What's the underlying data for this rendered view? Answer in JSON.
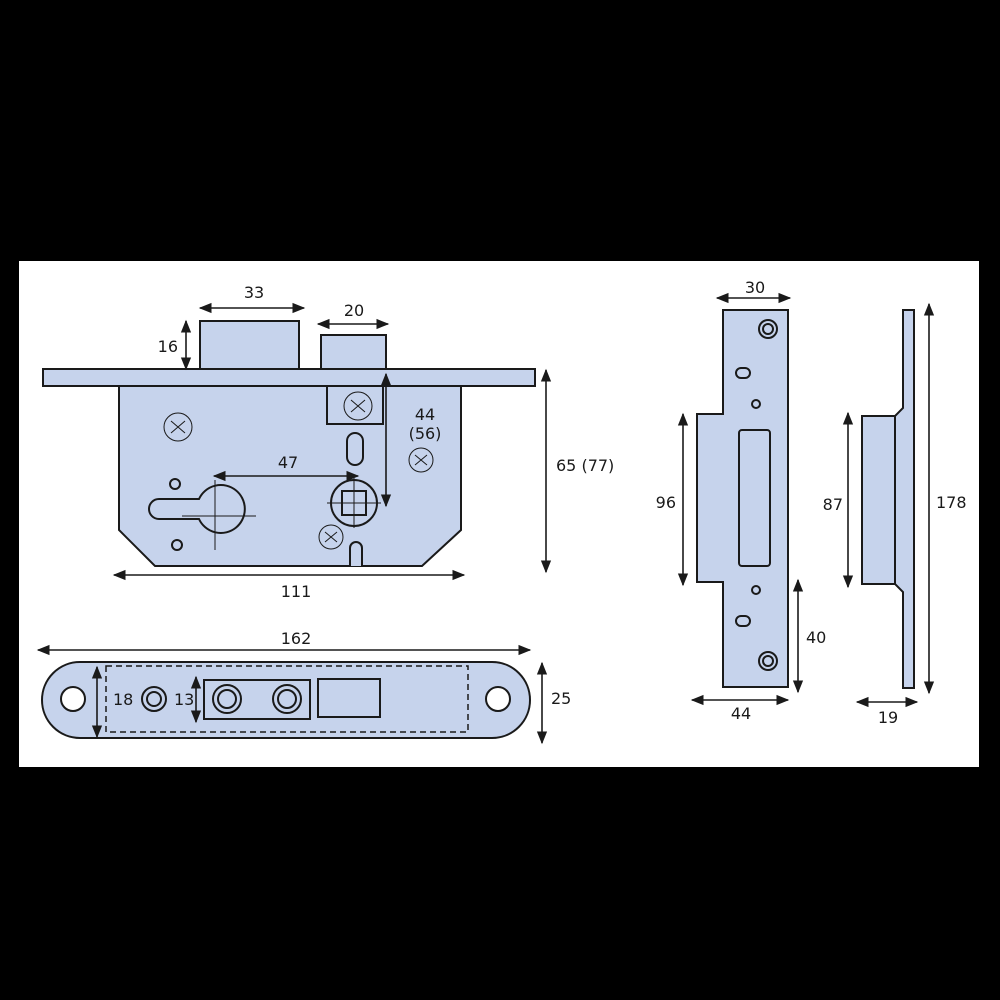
{
  "diagram": {
    "subject": "mortice sashlock technical drawing",
    "fill_color": "#c6d3ec",
    "stroke_color": "#1a1a1a",
    "background": "#000000",
    "panel_background": "#ffffff",
    "views": {
      "lock_body": {
        "dimensions": {
          "deadbolt_width": "33",
          "latch_width": "20",
          "bolt_projection": "16",
          "backset": "44",
          "backset_alt": "(56)",
          "centers": "47",
          "body_width": "111",
          "body_height": "65 (77)"
        }
      },
      "forend": {
        "dimensions": {
          "length": "162",
          "width": "25",
          "inner_height": "18",
          "spindle_height": "13"
        }
      },
      "strike_plate": {
        "dimensions": {
          "top_width": "30",
          "box_height": "96",
          "lower_offset": "40",
          "overall_width": "44"
        }
      },
      "strike_side": {
        "dimensions": {
          "box_height": "87",
          "length": "178",
          "depth": "19"
        }
      }
    }
  }
}
